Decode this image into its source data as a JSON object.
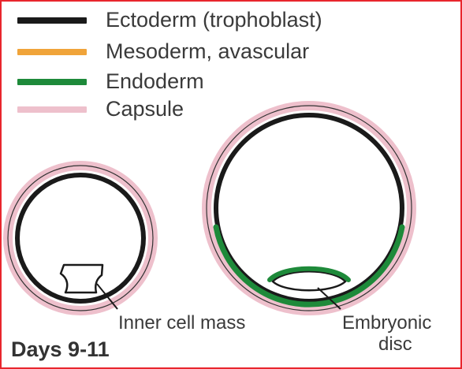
{
  "legend": [
    {
      "label": "Ectoderm (trophoblast)",
      "color": "#1a1a1a"
    },
    {
      "label": "Mesoderm, avascular",
      "color": "#f0a43a"
    },
    {
      "label": "Endoderm",
      "color": "#1e8a3a"
    },
    {
      "label": "Capsule",
      "color": "#eec0cc"
    }
  ],
  "labels": {
    "inner_cell_mass": "Inner cell mass",
    "embryonic_disc_line1": "Embryonic",
    "embryonic_disc_line2": "disc",
    "days": "Days 9-11"
  },
  "colors": {
    "frame_border": "#e8262d",
    "capsule": "#eec0cc",
    "ectoderm": "#1a1a1a",
    "endoderm": "#1e8a3a"
  }
}
